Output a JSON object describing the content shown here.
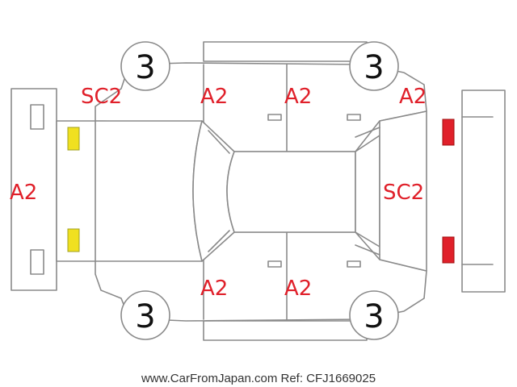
{
  "colors": {
    "code_text": "#e0202a",
    "grade_text": "#111111",
    "line": "#8a8a8a",
    "yellow_marker": "#f0e020",
    "red_marker": "#e0202a"
  },
  "grades": {
    "front_left": "3",
    "rear_left": "3",
    "front_right": "3",
    "rear_right": "3"
  },
  "damage_codes": {
    "front_left_fender": "SC2",
    "left_front_door": "A2",
    "left_rear_door": "A2",
    "left_rear_quarter": "A2",
    "front_bumper": "A2",
    "rear_hatch": "SC2",
    "right_front_door": "A2",
    "right_rear_door": "A2"
  },
  "markers": {
    "headlights": "yellow",
    "taillights": "red"
  },
  "footer": "www.CarFromJapan.com Ref: CFJ1669025"
}
